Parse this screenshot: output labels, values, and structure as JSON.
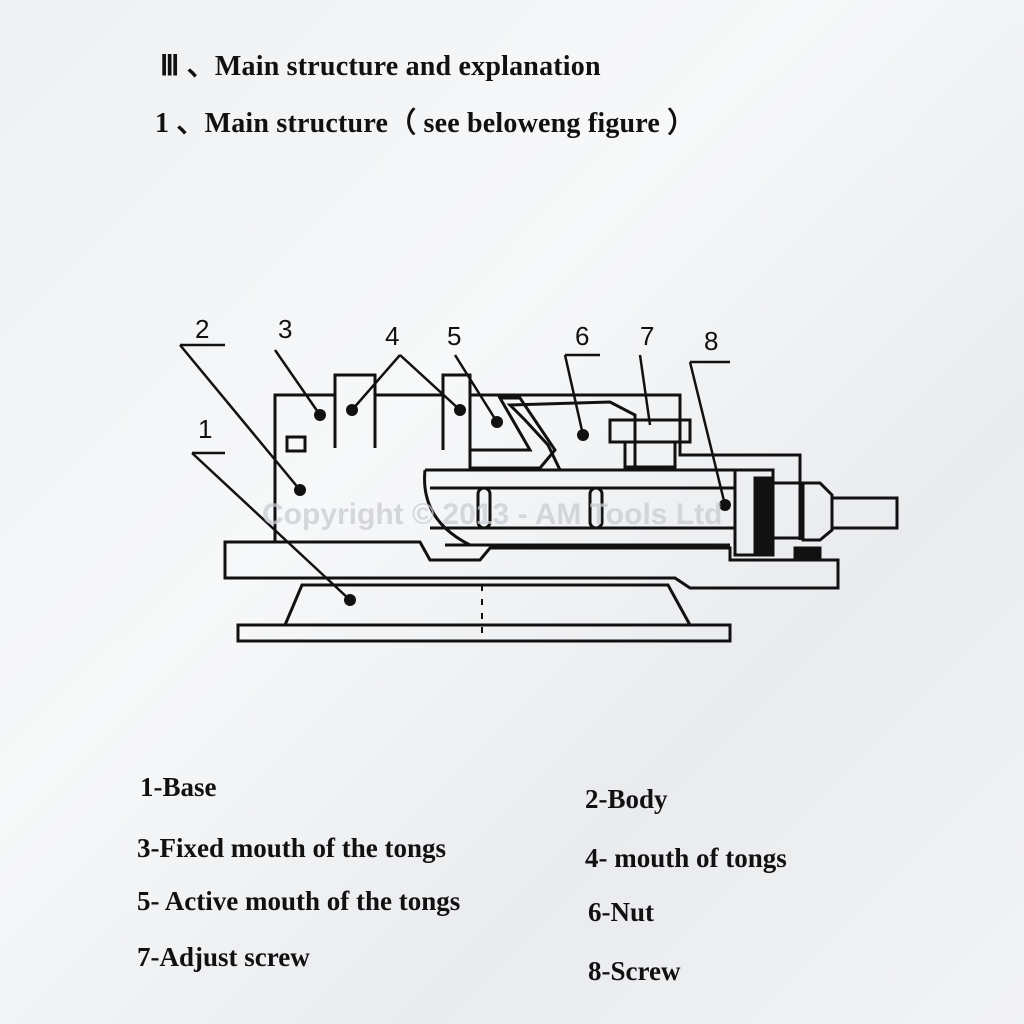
{
  "section_heading": "Ⅲ 、Main structure and explanation",
  "subheading": "1 、Main structure（ see beloweng figure ）",
  "watermark": "Copyright © 2013 - AM Tools Ltd",
  "figure_callouts": [
    "1",
    "2",
    "3",
    "4",
    "5",
    "6",
    "7",
    "8"
  ],
  "legend": [
    "1-Base",
    "2-Body",
    "3-Fixed mouth of the tongs",
    "4- mouth of  tongs",
    "5- Active mouth of the tongs",
    "6-Nut",
    "7-Adjust screw",
    "8-Screw"
  ]
}
